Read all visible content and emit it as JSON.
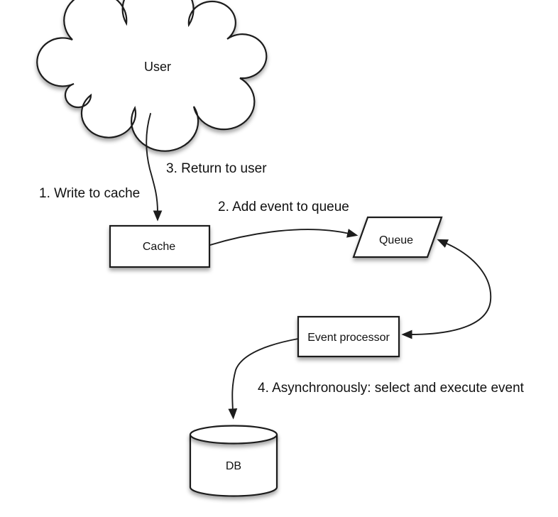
{
  "diagram": {
    "type": "flow-diagram",
    "background": "#ffffff",
    "stroke_color": "#1c1c1c",
    "text_color": "#111111"
  },
  "nodes": {
    "user": {
      "label": "User",
      "shape": "cloud"
    },
    "cache": {
      "label": "Cache",
      "shape": "rectangle"
    },
    "queue": {
      "label": "Queue",
      "shape": "parallelogram"
    },
    "event_processor": {
      "label": "Event processor",
      "shape": "rectangle"
    },
    "db": {
      "label": "DB",
      "shape": "cylinder"
    }
  },
  "edge_labels": {
    "step1": "1. Write to cache",
    "step2": "2. Add event to queue",
    "step3": "3. Return to user",
    "step4": "4. Asynchronously: select and execute event"
  },
  "edges": [
    {
      "from": "user",
      "to": "cache",
      "arrowheads": "end",
      "labels": [
        "1. Write to cache",
        "3. Return to user"
      ]
    },
    {
      "from": "cache",
      "to": "queue",
      "arrowheads": "end",
      "labels": [
        "2. Add event to queue"
      ]
    },
    {
      "from": "queue",
      "to": "event_processor",
      "arrowheads": "both",
      "labels": []
    },
    {
      "from": "event_processor",
      "to": "db",
      "arrowheads": "end",
      "labels": [
        "4. Asynchronously: select and execute event"
      ]
    }
  ]
}
